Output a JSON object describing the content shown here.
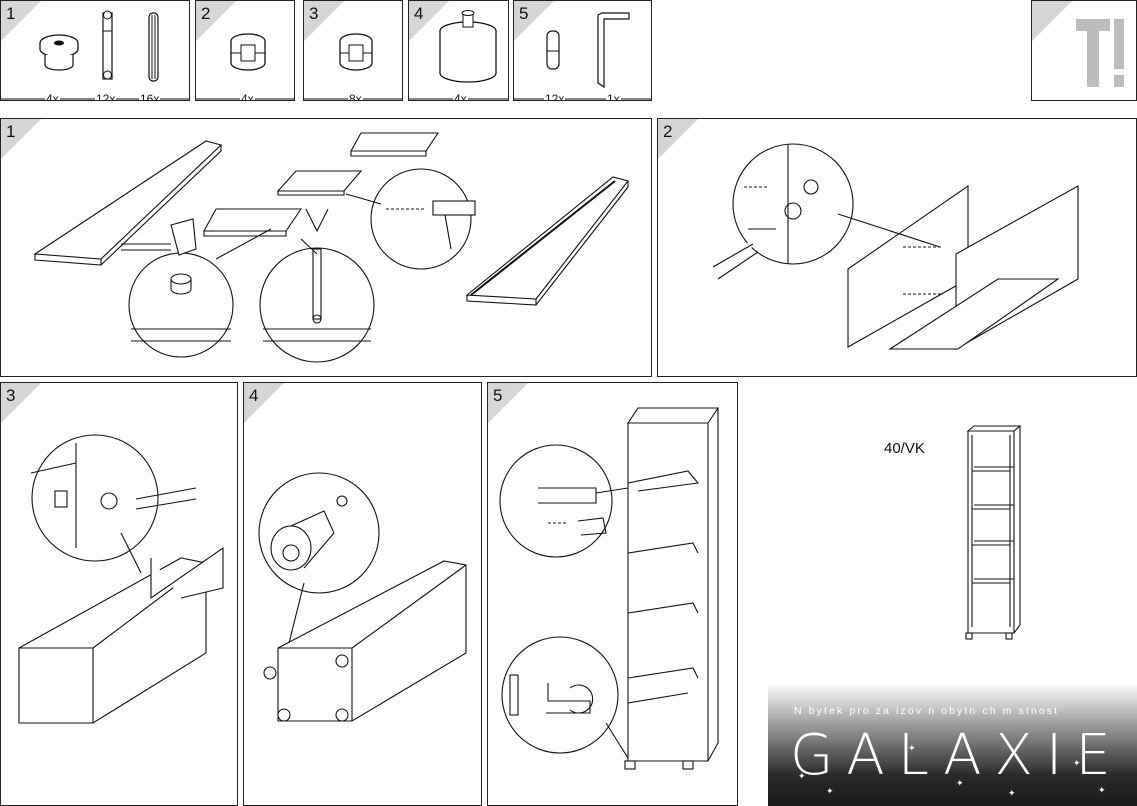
{
  "parts": [
    {
      "number": "1",
      "quantities": [
        "4x",
        "12x",
        "16x"
      ]
    },
    {
      "number": "2",
      "quantities": [
        "4x"
      ]
    },
    {
      "number": "3",
      "quantities": [
        "8x"
      ]
    },
    {
      "number": "4",
      "quantities": [
        "4x"
      ]
    },
    {
      "number": "5",
      "quantities": [
        "12x",
        "1x"
      ]
    }
  ],
  "tools_icon": "tools-icon",
  "steps": [
    {
      "number": "1"
    },
    {
      "number": "2"
    },
    {
      "number": "3"
    },
    {
      "number": "4"
    },
    {
      "number": "5"
    }
  ],
  "product": {
    "model": "40/VK"
  },
  "banner": {
    "tagline": "N bytek pro za izov n  obytn ch m stnost",
    "brand": "GALAXIE"
  }
}
